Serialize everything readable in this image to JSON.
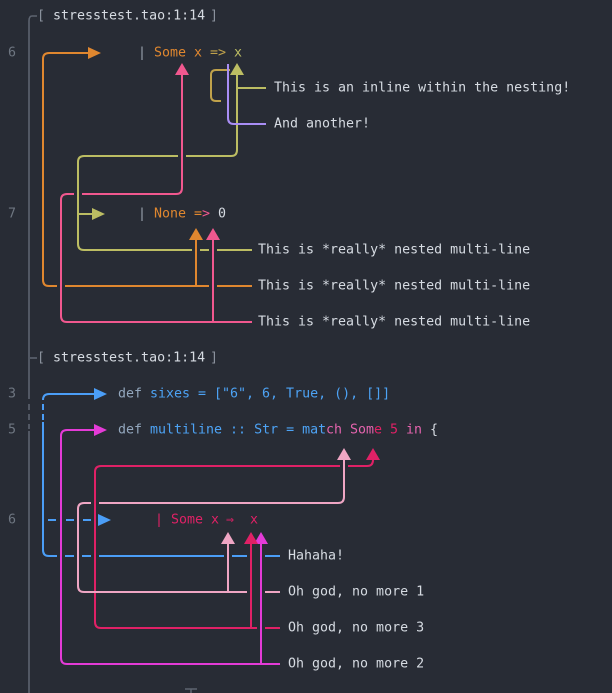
{
  "colors": {
    "background": "#282c35",
    "frame": "#5d6470",
    "muted": "#6e7681",
    "bracket": "#8a919c",
    "pipe": "#9aa3ae",
    "text": "#d6dbe2",
    "orange": "#e0872f",
    "pink": "#f1588f",
    "olive": "#bcbd63",
    "gold": "#c0a24b",
    "purple": "#a98ef5",
    "blue": "#4b9ef7",
    "magenta": "#e43bd7",
    "lightpink": "#efa6c4",
    "crimson": "#e02166",
    "defgray": "#93a7bd",
    "bluecode": "#4da3f5",
    "pinkcode": "#e564ae"
  },
  "report1": {
    "header": {
      "open": "[",
      "file": "stresstest.tao:1:14",
      "close": "]"
    },
    "lines": {
      "l6": {
        "number": "6",
        "pipe": "|",
        "kw": "Some",
        "var1": "x",
        "arrow": "=>",
        "var2": "x"
      },
      "l7": {
        "number": "7",
        "pipe": "|",
        "kw": "None",
        "eq": "=",
        "gt": ">",
        "zero": "0"
      }
    },
    "labels": {
      "inline1": "This is an inline within the nesting!",
      "inline2": "And another!",
      "nested1": "This is *really* nested multi-line",
      "nested2": "This is *really* nested multi-line",
      "nested3": "This is *really* nested multi-line"
    }
  },
  "report2": {
    "header": {
      "open": "[",
      "file": "stresstest.tao:1:14",
      "close": "]"
    },
    "lines": {
      "l3": {
        "number": "3",
        "kw_def": "def",
        "name": "sixes",
        "rest": "= [\"6\", 6, True, (), []]"
      },
      "l5": {
        "number": "5",
        "kw_def": "def",
        "head": "multiline :: Str = mat",
        "span_pink_a": "ch Som",
        "span_crimson": "e 5",
        "span_pink_b": " in",
        "tail": " {"
      },
      "l6": {
        "number": "6",
        "code_a": "| Some x",
        "code_arrow": "⇒",
        "code_b": "x"
      }
    },
    "labels": {
      "hahaha": "Hahaha!",
      "no_more_1": "Oh god, no more 1",
      "no_more_3": "Oh god, no more 3",
      "no_more_2": "Oh god, no more 2"
    }
  }
}
